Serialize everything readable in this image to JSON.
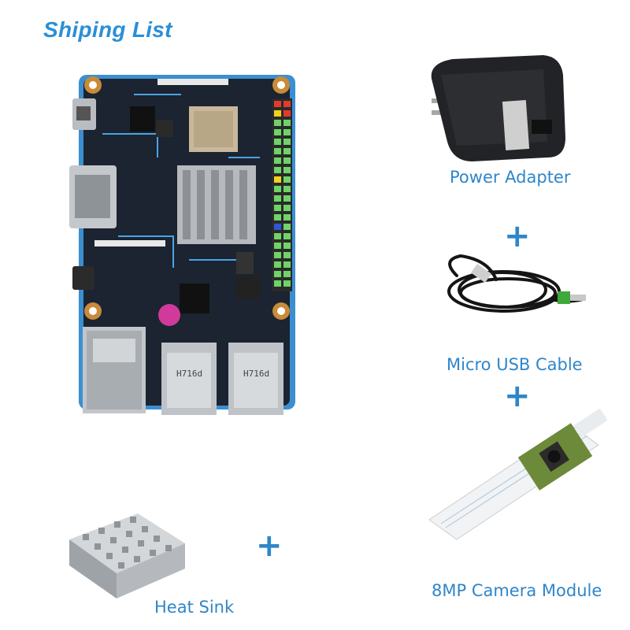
{
  "title": "Shiping List",
  "items": {
    "power_adapter": "Power Adapter",
    "usb_cable": "Micro USB Cable",
    "camera": "8MP Camera Module",
    "heat_sink": "Heat Sink"
  },
  "plus": "+",
  "board_text": {
    "usb_port_left": "H716d",
    "usb_port_right": "H716d"
  },
  "colors": {
    "accent": "#2f86c9",
    "title": "#2a8fd6",
    "board": "#1b2430",
    "board_edge": "#3b8fd0"
  }
}
